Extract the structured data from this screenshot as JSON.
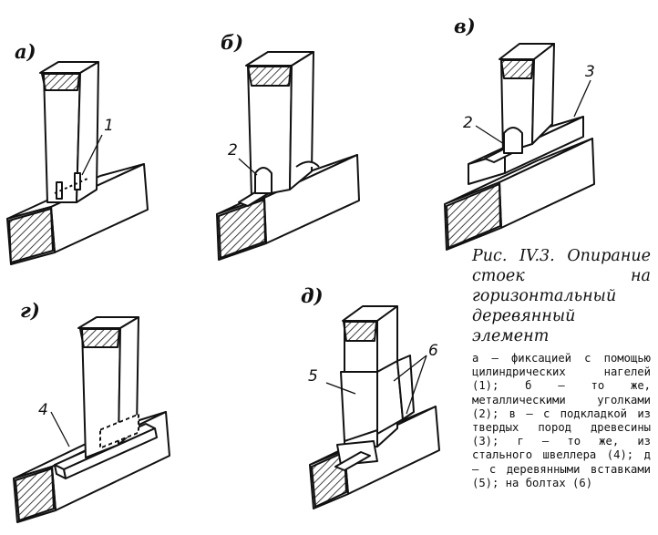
{
  "panels": [
    {
      "letter": "а)"
    },
    {
      "letter": "б)"
    },
    {
      "letter": "в)"
    },
    {
      "letter": "г)"
    },
    {
      "letter": "д)"
    }
  ],
  "callouts": [
    "1",
    "2",
    "2",
    "3",
    "4",
    "5",
    "6"
  ],
  "caption": {
    "title": "Рис. IV.3. Опирание стоек на горизонтальный деревянный элемент",
    "body": "а — фиксацией с помощью цилиндрических нагелей (1); б — то же, металлическими уголками (2); в — с подкладкой из твердых пород древесины (3); г — то же, из стального швеллера (4); д — с деревянными вставками (5); на болтах (6)"
  },
  "colors": {
    "ink": "#111111",
    "paper": "#ffffff"
  }
}
